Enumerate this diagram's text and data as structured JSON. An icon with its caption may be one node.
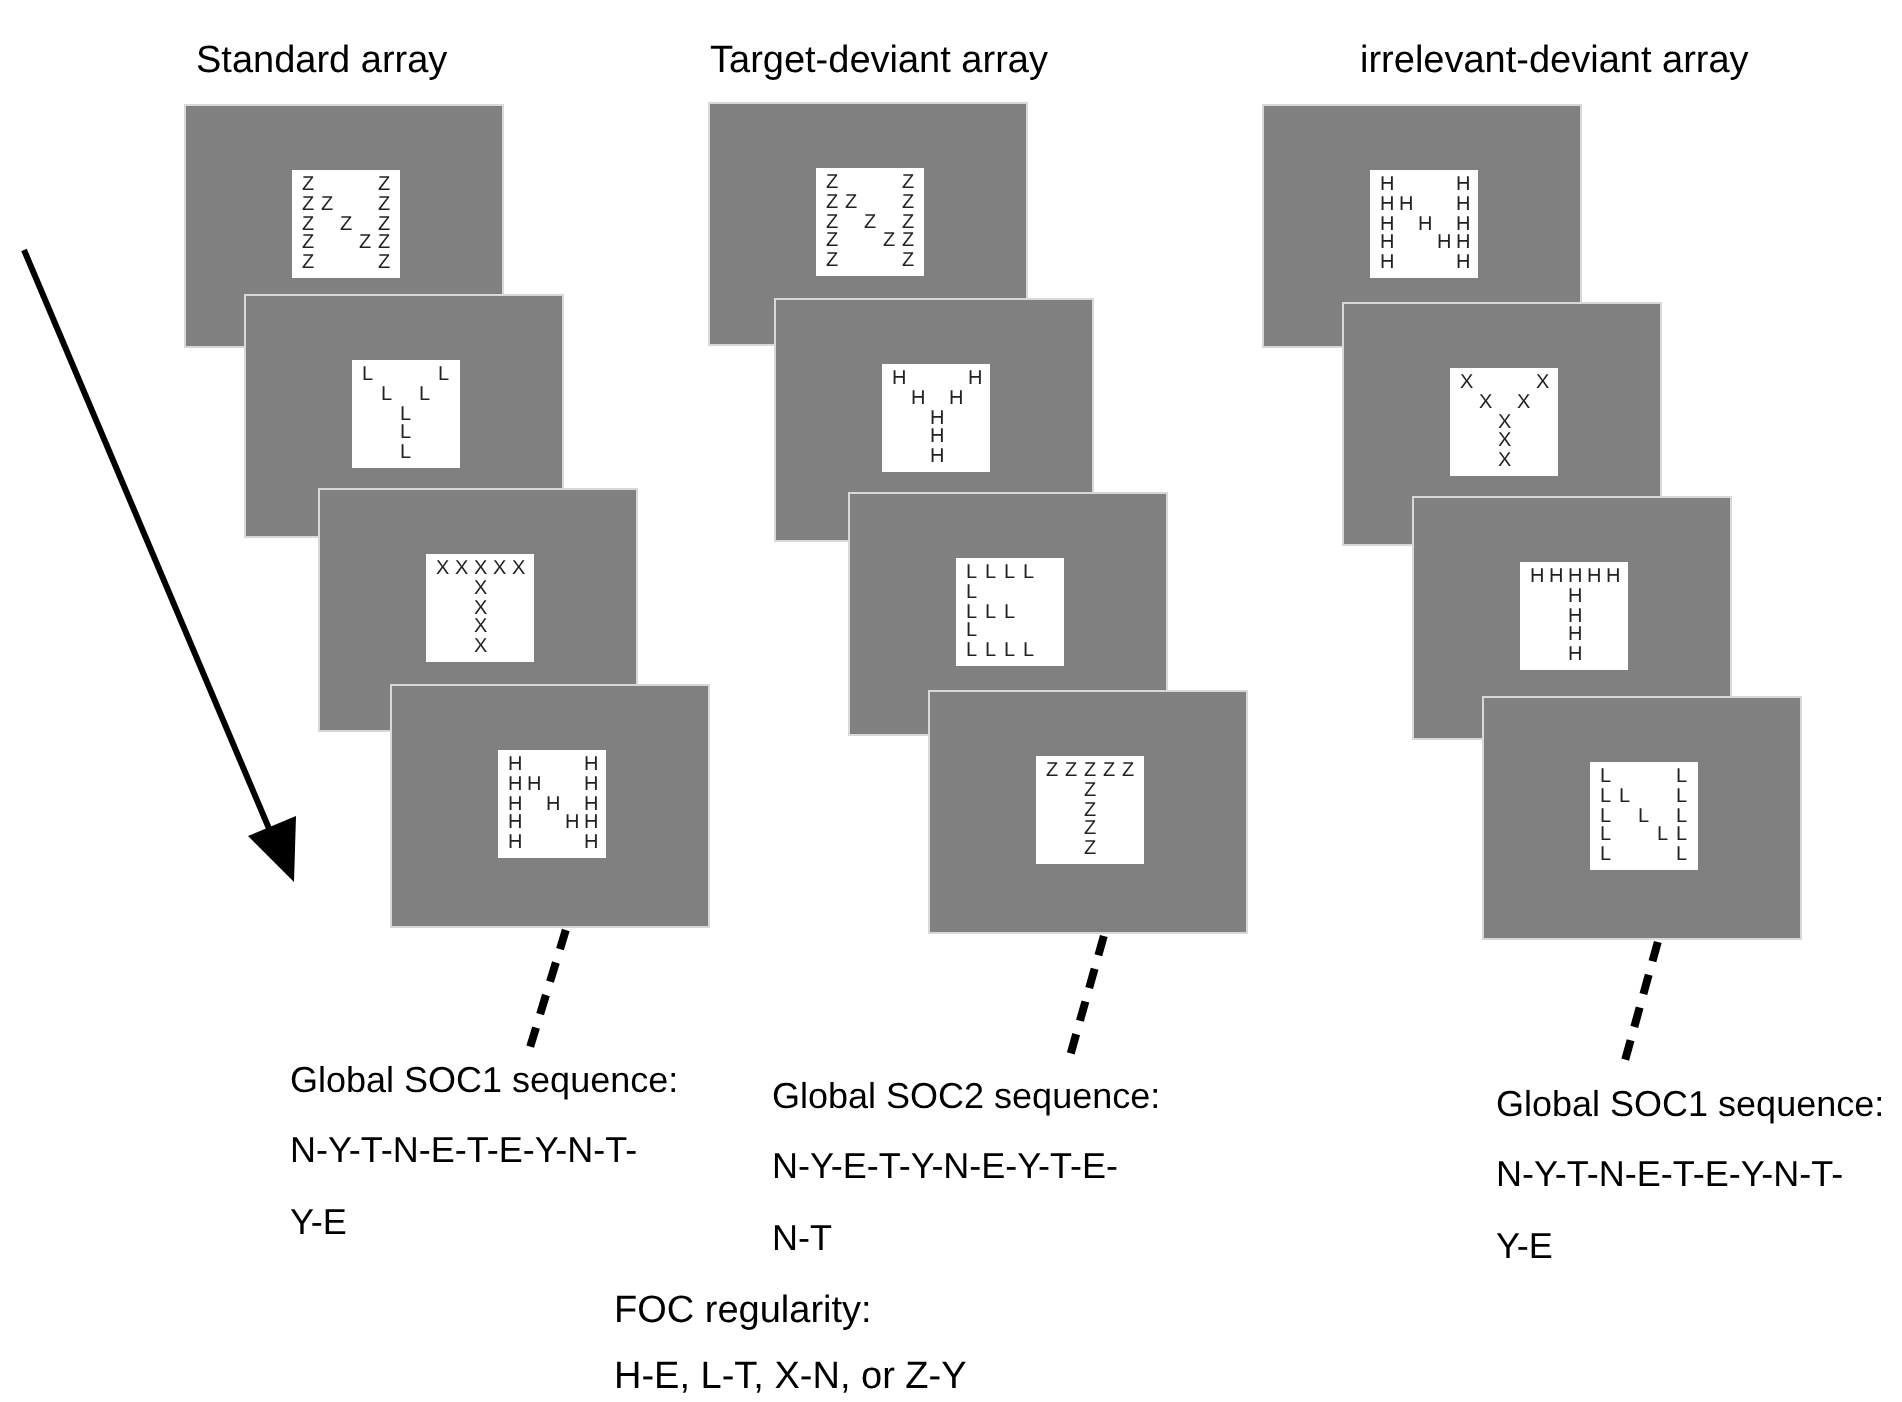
{
  "diagram": {
    "nodes": [
      {
        "text": [
          "Z Z Z Z Z Z Z Z Z Z Z Z Z"
        ]
      },
      {
        "text": [
          "L L L L L L L"
        ]
      },
      {
        "text": [
          "X X X X X X X X X"
        ]
      },
      {
        "text": [
          "H H H H H H H H H H H H H"
        ]
      },
      {
        "text": [
          "Z Z Z Z Z Z Z Z Z Z Z Z Z"
        ]
      },
      {
        "text": [
          "H H H H H H H"
        ]
      },
      {
        "text": [
          "L L L L L L L L L L L L L"
        ]
      },
      {
        "text": [
          "Z Z Z Z Z Z Z Z Z"
        ]
      },
      {
        "text": [
          "H H H H H H H H H H H H H"
        ]
      },
      {
        "text": [
          "X X X X X X X"
        ]
      },
      {
        "text": [
          "H H H H H H H H H"
        ]
      },
      {
        "text": [
          "L L L L L L L L L L L L L"
        ]
      },
      {
        "text": [
          "Global SOC1 sequence:",
          "N-Y-T-N-E-T-E-Y-N-T-Y-E"
        ]
      },
      {
        "text": [
          "Global SOC2 sequence:",
          "N-Y-E-T-Y-N-E-Y-T-E-N-T"
        ]
      },
      {
        "text": [
          "Global SOC1 sequence:",
          "N-Y-T-N-E-T-E-Y-N-T-Y-E"
        ]
      }
    ],
    "edges": [
      {
        "from": 3,
        "to": 12,
        "arrow": "none",
        "style": "dashed"
      },
      {
        "from": 7,
        "to": 13,
        "arrow": "none",
        "style": "dashed"
      },
      {
        "from": 11,
        "to": 14,
        "arrow": "none",
        "style": "dashed"
      }
    ],
    "labels": [
      "Standard array",
      "Target-deviant array",
      "irrelevant-deviant array",
      "FOC regularity:",
      "H-E, L-T, X-N, or Z-Y"
    ]
  }
}
